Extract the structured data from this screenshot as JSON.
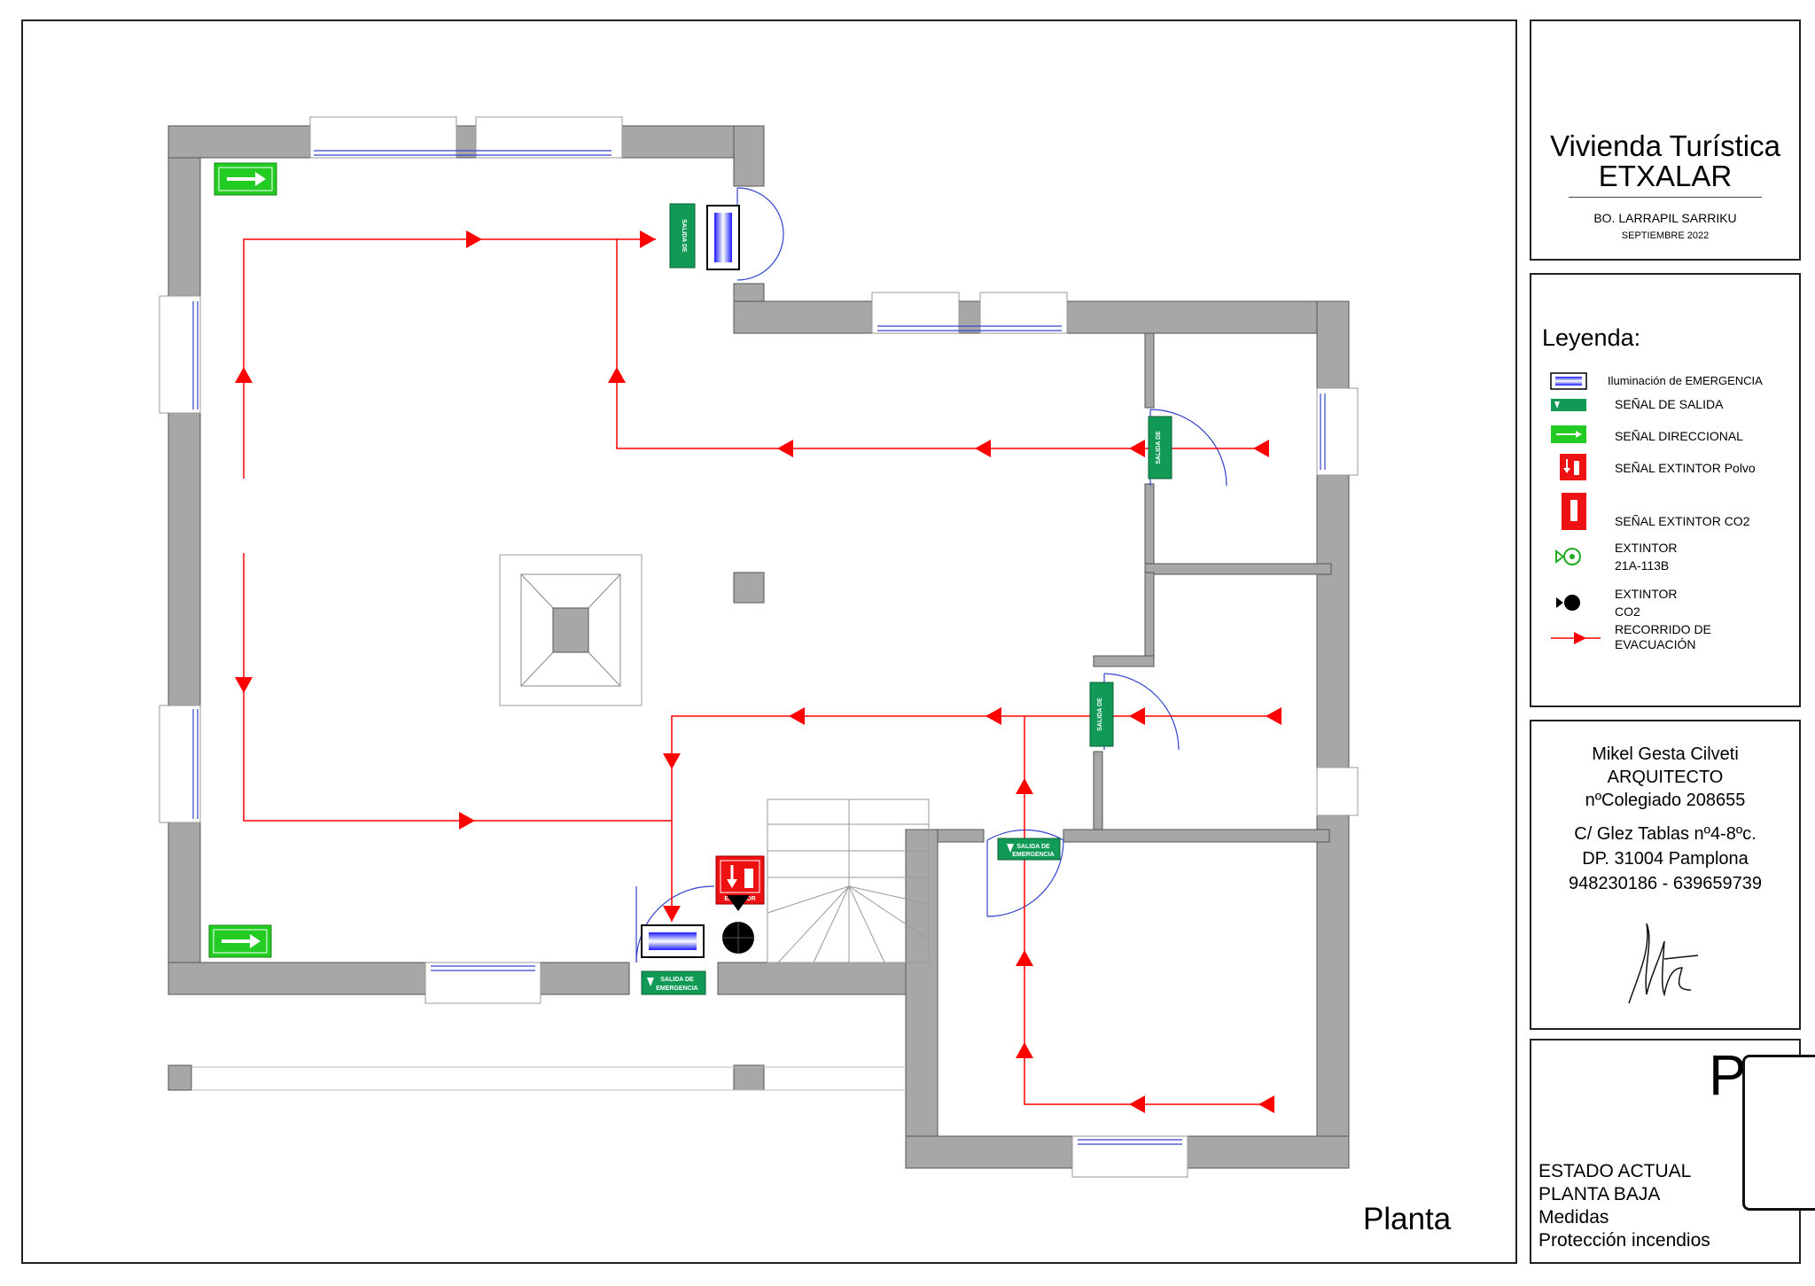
{
  "project": {
    "title_line1": "Vivienda Turística",
    "title_line2": "ETXALAR",
    "address": "BO. LARRAPIL SARRIKU",
    "date": "SEPTIEMBRE 2022"
  },
  "legend": {
    "heading": "Leyenda:",
    "items": [
      {
        "icon": "emergency-light-icon",
        "label": "Iluminación de EMERGENCIA"
      },
      {
        "icon": "exit-sign-icon",
        "label": "SEÑAL DE SALIDA"
      },
      {
        "icon": "directional-sign-icon",
        "label": "SEÑAL DIRECCIONAL"
      },
      {
        "icon": "powder-extinguisher-sign-icon",
        "label": "SEÑAL  EXTINTOR Polvo"
      },
      {
        "icon": "co2-extinguisher-sign-icon",
        "label": "SEÑAL  EXTINTOR CO2"
      },
      {
        "icon": "extinguisher-21a-icon",
        "label_line1": "EXTINTOR",
        "label_line2": "21A-113B"
      },
      {
        "icon": "extinguisher-co2-icon",
        "label_line1": "EXTINTOR",
        "label_line2": "CO2"
      },
      {
        "icon": "evacuation-route-icon",
        "label_line1": "RECORRIDO DE",
        "label_line2": "EVACUACIÓN"
      }
    ]
  },
  "author": {
    "name": "Mikel Gesta Cilveti",
    "role": "ARQUITECTO",
    "registration": "nºColegiado 208655",
    "street": "C/ Glez Tablas  nº4-8ºc.",
    "city": "DP. 31004  Pamplona",
    "phones": "948230186 - 639659739"
  },
  "sheet": {
    "partial_code": "P",
    "line1": "ESTADO ACTUAL",
    "line2": "PLANTA BAJA",
    "line3": "Medidas",
    "line4": "Protección incendios"
  },
  "plan": {
    "label": "Planta",
    "sign_text_line1": "SALIDA DE",
    "sign_text_line2": "EMERGENCIA",
    "extinguisher_sign_text": "EXTINTOR",
    "colors": {
      "wall": "#a7a7a7",
      "route": "#ff0000",
      "exit_sign": "#109a55",
      "directional": "#22cc22",
      "extinguisher_sign": "#ee1111",
      "window": "#3344cc"
    }
  }
}
